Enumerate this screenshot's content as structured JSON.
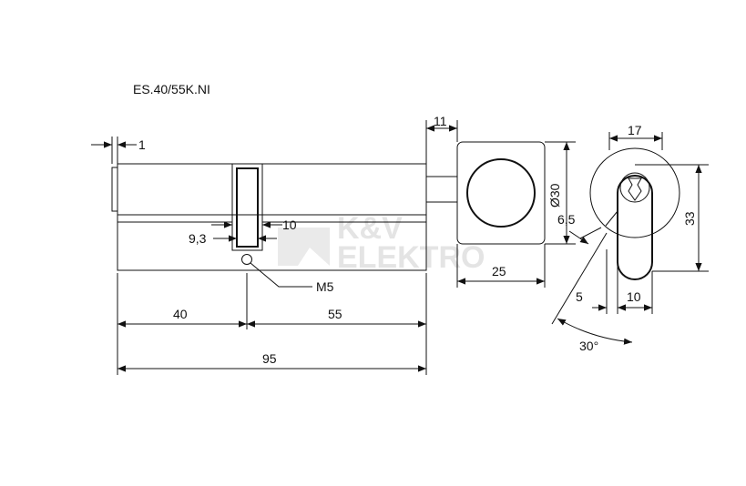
{
  "product_code": "ES.40/55K.NI",
  "watermark": {
    "line1": "K&V",
    "line2": "ELEKTRO"
  },
  "dimensions": {
    "cam_offset": "1",
    "slot_width": "9,3",
    "cam_width": "10",
    "screw": "M5",
    "left_length": "40",
    "right_length": "55",
    "total_length": "95",
    "shaft_length": "11",
    "knob_diameter": "Ø30",
    "knob_depth": "25",
    "profile_width_top": "17",
    "profile_height": "33",
    "profile_offset": "6,5",
    "profile_small": "5",
    "profile_width_bottom": "10",
    "rotation_angle": "30°"
  }
}
